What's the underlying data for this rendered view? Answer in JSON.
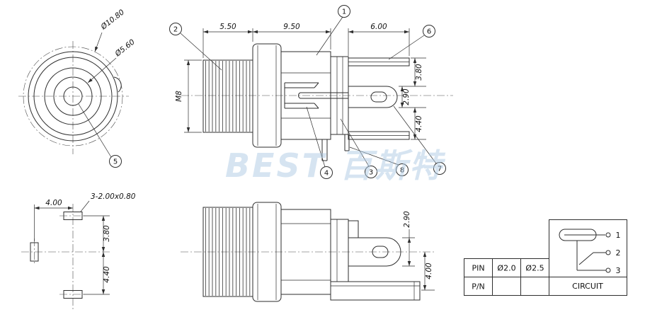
{
  "watermark": "BEST 百斯特",
  "front_view": {
    "dia_outer": "Ø10.80",
    "dia_inner": "Ø5.60"
  },
  "section_view": {
    "dim_thread_length": "5.50",
    "dim_body_length": "9.50",
    "dim_terminal_length": "6.00",
    "thread_size": "M8",
    "dim_upper": "3.80",
    "dim_middle": "2.90",
    "dim_lower": "4.40"
  },
  "callouts": {
    "c1": "1",
    "c2": "2",
    "c3": "3",
    "c4": "4",
    "c5": "5",
    "c6": "6",
    "c7": "7",
    "c8": "8"
  },
  "footprint_view": {
    "dim_pitch": "4.00",
    "pad_spec": "3-2.00x0.80",
    "dim_upper": "3.80",
    "dim_lower": "4.40"
  },
  "side_view": {
    "dim_slot": "2.90",
    "dim_tail": "4.00"
  },
  "spec_table": {
    "pin_label": "PIN",
    "pin_dia_1": "Ø2.0",
    "pin_dia_2": "Ø2.5",
    "pn_label": "P/N",
    "circuit_label": "CIRCUIT",
    "circuit_pins": [
      "1",
      "2",
      "3"
    ]
  }
}
